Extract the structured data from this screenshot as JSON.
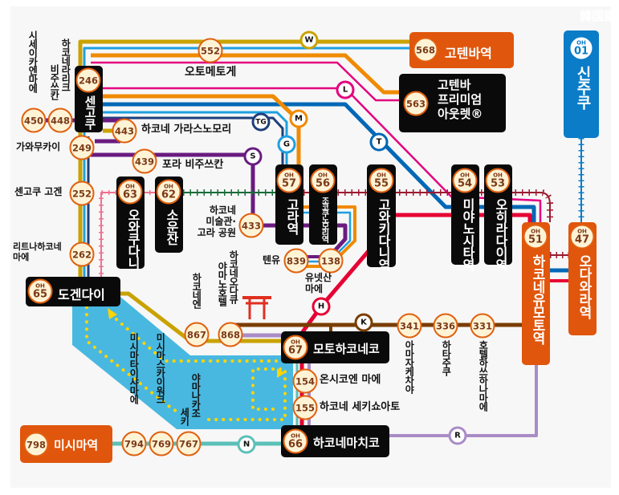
{
  "header": {
    "language_mark": "韓国語"
  },
  "colors": {
    "gold": "#c9a200",
    "light_blue": "#1ea0e0",
    "orange": "#f08a00",
    "pink": "#e4007f",
    "blue": "#0068b7",
    "navy": "#1d3f7a",
    "purple": "#6a1b80",
    "red": "#e60033",
    "brown": "#7a3d00",
    "lavender": "#a98cc6",
    "teal": "#5cc0b8",
    "tozan": "#9b1b30",
    "green": "#1a6b3a",
    "lake": "#48b8e0",
    "station_orange": "#e0560c"
  },
  "routes": {
    "W": "W",
    "L": "L",
    "M": "M",
    "TG": "TG",
    "G": "G",
    "S": "S",
    "T": "T",
    "H": "H",
    "K": "K",
    "N": "N",
    "R": "R"
  },
  "stations": {
    "oh01": {
      "code": "OH",
      "num": "01",
      "name": "신주쿠"
    },
    "oh47": {
      "code": "OH",
      "num": "47",
      "name": "오다와라역"
    },
    "oh51": {
      "code": "OH",
      "num": "51",
      "name": "하코네유모토역"
    },
    "oh53": {
      "code": "OH",
      "num": "53",
      "name": "오히라다이역"
    },
    "oh54": {
      "code": "OH",
      "num": "54",
      "name": "미야노시타역"
    },
    "oh55": {
      "code": "OH",
      "num": "55",
      "name": "고와키다니역"
    },
    "oh56": {
      "code": "OH",
      "num": "56",
      "name": "조코쿠노모리역"
    },
    "oh57": {
      "code": "OH",
      "num": "57",
      "name": "고라역"
    },
    "oh62": {
      "code": "OH",
      "num": "62",
      "name": "소운잔"
    },
    "oh63": {
      "code": "OH",
      "num": "63",
      "name": "오와쿠다니"
    },
    "oh65": {
      "code": "OH",
      "num": "65",
      "name": "도겐다이"
    },
    "oh66": {
      "code": "OH",
      "num": "66",
      "name": "하코네마치코"
    },
    "oh67": {
      "code": "OH",
      "num": "67",
      "name": "모토하코네코"
    }
  },
  "stops": {
    "s568": {
      "num": "568",
      "name": "고텐바역"
    },
    "s563": {
      "num": "563",
      "name": "고텐바 프리미엄 아웃렛®",
      "line1": "고텐바",
      "line2": "프리미엄",
      "line3": "아웃렛®"
    },
    "s798": {
      "num": "798",
      "name": "미시마역"
    },
    "s552": {
      "num": "552",
      "name": "오토메토게"
    },
    "s450": {
      "num": "450",
      "name": "시세이카엔마에"
    },
    "s448": {
      "num": "448",
      "name_col1": "하코네라리크",
      "name_col2": "비주쓰칸"
    },
    "s246": {
      "num": "246",
      "name": "센고쿠"
    },
    "s443": {
      "num": "443",
      "name": "하코네 가라스노모리"
    },
    "s249": {
      "num": "249",
      "name": "가와무카이"
    },
    "s439": {
      "num": "439",
      "name": "포라 비주쓰칸"
    },
    "s252": {
      "num": "252",
      "name": "센고쿠 고겐"
    },
    "s262": {
      "num": "262",
      "line1": "리트나하코네",
      "line2": "마에"
    },
    "s433": {
      "num": "433",
      "line1": "하코네",
      "line2": "미술관·",
      "line3": "고라 공원"
    },
    "s839": {
      "num": "839",
      "name": "텐유"
    },
    "s138": {
      "num": "138",
      "line1": "유넷산",
      "line2": "마에"
    },
    "s867": {
      "num": "867",
      "name": "하코네엔"
    },
    "s868": {
      "num": "868",
      "name_col1": "하코네오다큐",
      "name_col2": "야마노호텔"
    },
    "s341": {
      "num": "341",
      "name": "아마자케차야"
    },
    "s336": {
      "num": "336",
      "name": "하타주쿠"
    },
    "s331": {
      "num": "331",
      "name": "호텔하쓰하나마에"
    },
    "s154": {
      "num": "154",
      "name": "온시코엔 마에"
    },
    "s155": {
      "num": "155",
      "name": "하코네 세키쇼아토"
    },
    "s794": {
      "num": "794",
      "name": "미시마타이샤마에"
    },
    "s769": {
      "num": "769",
      "name": "미시마스카이워크"
    },
    "s767": {
      "num": "767",
      "name_col1": "야마나카조",
      "name_col2": "세키"
    }
  }
}
